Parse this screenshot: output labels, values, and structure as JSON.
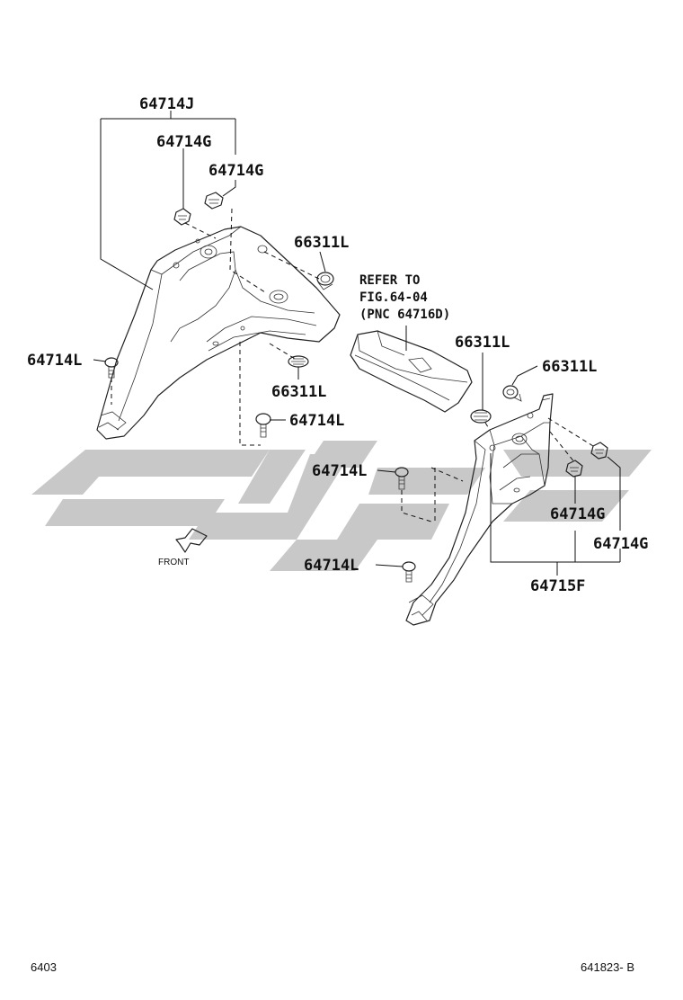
{
  "diagram": {
    "labels": {
      "l1": "64714J",
      "l2": "64714G",
      "l3": "64714G",
      "l4": "66311L",
      "l5": "64714L",
      "l6": "66311L",
      "l7": "64714L",
      "l8": "66311L",
      "l9": "66311L",
      "l10": "64714L",
      "l11": "64714G",
      "l12": "64714G",
      "l13": "64714L",
      "l14": "64715F"
    },
    "note": {
      "line1": "REFER TO",
      "line2": "FIG.64-04",
      "line3": "(PNC 64716D)"
    },
    "front_label": "FRONT"
  },
  "footer": {
    "left": "6403",
    "right": "641823- B"
  },
  "colors": {
    "line": "#222222",
    "watermark": "#c8c8c8"
  }
}
